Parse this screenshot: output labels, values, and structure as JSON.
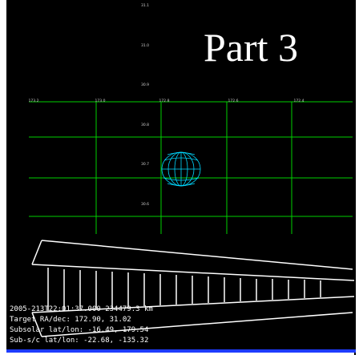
{
  "title": "Part 3",
  "grid": {
    "dec_labels": [
      "31.1",
      "31.0",
      "30.9",
      "30.8",
      "30.7",
      "30.6"
    ],
    "ra_labels": [
      "173.2",
      "173.0",
      "172.8",
      "172.6",
      "172.4"
    ]
  },
  "info": {
    "line1": "2005-213T22:01:37.000 234479.3 km",
    "line2": "Target RA/dec: 172.90, 31.02",
    "line3": "Subsolar lat/lon: -16.49, 179.54",
    "line4": "Sub-s/c lat/lon: -22.68, -135.32"
  },
  "colors": {
    "grid": "#00d000",
    "body": "#00d8ff",
    "text": "#ffffff",
    "accent": "#1e3cff"
  }
}
